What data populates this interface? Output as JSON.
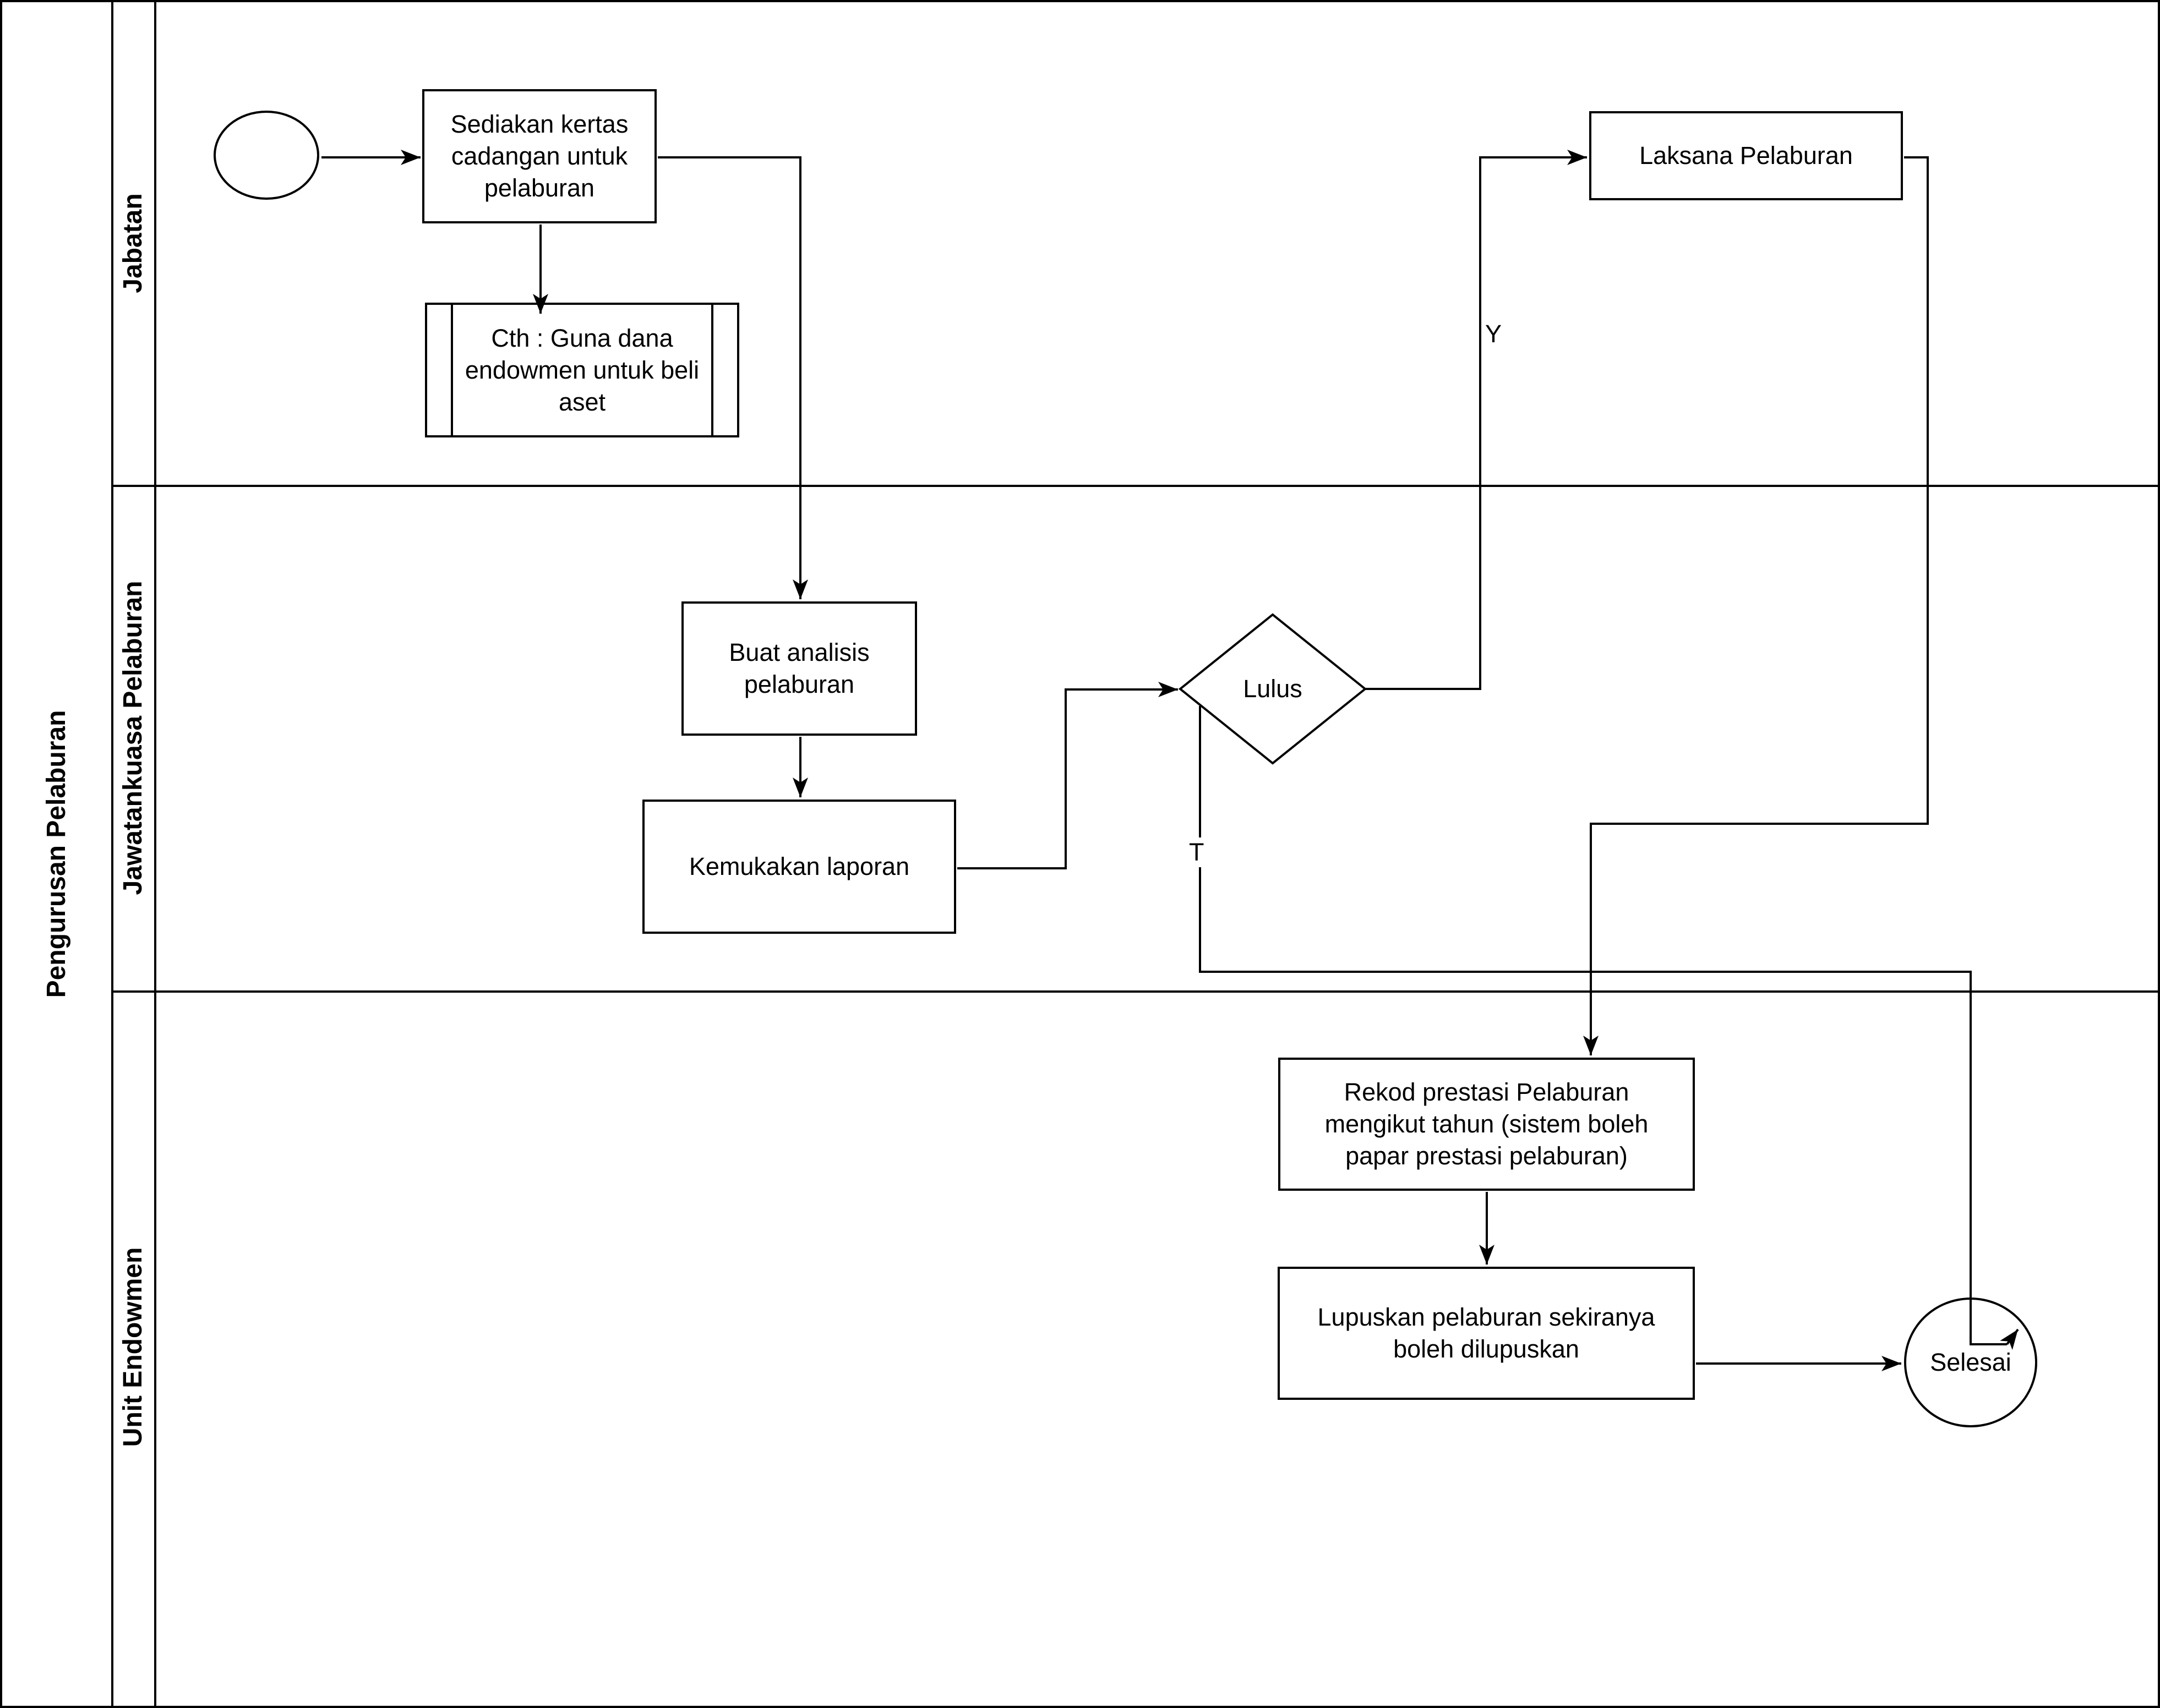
{
  "diagram": {
    "title": "Pengurusan Pelaburan",
    "lanes": [
      {
        "label": "Jabatan"
      },
      {
        "label": "Jawatankuasa Pelaburan"
      },
      {
        "label": "Unit Endowmen"
      }
    ],
    "nodes": {
      "start": "",
      "sediakan": "Sediakan kertas\ncadangan untuk\npelaburan",
      "cth": "Cth : Guna dana\nendowmen untuk beli\naset",
      "buat_analisis": "Buat analisis\npelaburan",
      "kemukakan": "Kemukakan laporan",
      "lulus": "Lulus",
      "laksana": "Laksana Pelaburan",
      "rekod": "Rekod prestasi Pelaburan\nmengikut tahun (sistem boleh\npapar prestasi pelaburan)",
      "lupuskan": "Lupuskan pelaburan sekiranya\nboleh dilupuskan",
      "selesai": "Selesai"
    },
    "edge_labels": {
      "yes": "Y",
      "no": "T"
    }
  }
}
